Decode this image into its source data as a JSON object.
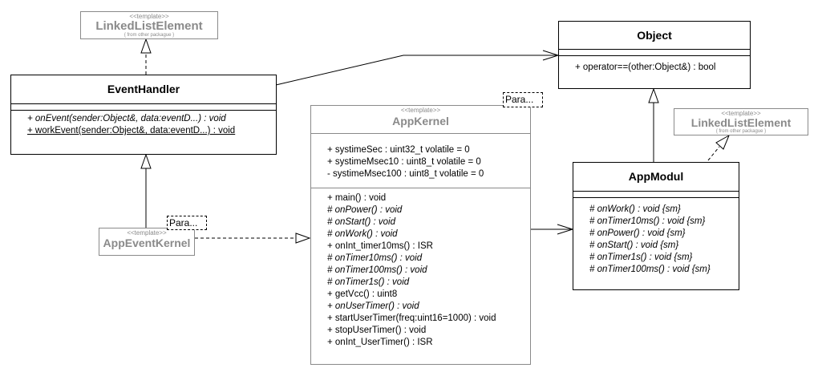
{
  "diagram": {
    "type": "UML class diagram",
    "classes": {
      "linked_list_top": {
        "stereotype": "<<template>>",
        "name": "LinkedListElement",
        "origin": "{ from other packague }"
      },
      "linked_list_right": {
        "stereotype": "<<template>>",
        "name": "LinkedListElement",
        "origin": "{ from other packague }"
      },
      "event_handler": {
        "name": "EventHandler",
        "attributes": [],
        "operations": [
          {
            "text": "+ onEvent(sender:Object&, data:eventD...) : void",
            "style": "italic"
          },
          {
            "text": "+ workEvent(sender:Object&, data:eventD...) : void",
            "style": "underline"
          }
        ]
      },
      "app_event_kernel": {
        "stereotype": "<<template>>",
        "name": "AppEventKernel",
        "template_param": "Para..."
      },
      "app_kernel": {
        "stereotype": "<<template>>",
        "name": "AppKernel",
        "template_param": "Para...",
        "attributes": [
          {
            "text": "+ systimeSec : uint32_t volatile = 0",
            "style": "normal"
          },
          {
            "text": "+ systimeMsec10 : uint8_t volatile = 0",
            "style": "normal"
          },
          {
            "text": "- systimeMsec100 : uint8_t volatile = 0",
            "style": "normal"
          }
        ],
        "operations": [
          {
            "text": "+ main() : void",
            "style": "normal"
          },
          {
            "text": "# onPower() : void",
            "style": "italic"
          },
          {
            "text": "# onStart() : void",
            "style": "italic"
          },
          {
            "text": "# onWork() : void",
            "style": "italic"
          },
          {
            "text": "+ onInt_timer10ms() : ISR",
            "style": "normal"
          },
          {
            "text": "# onTimer10ms() : void",
            "style": "italic"
          },
          {
            "text": "# onTimer100ms() : void",
            "style": "italic"
          },
          {
            "text": "# onTimer1s() : void",
            "style": "italic"
          },
          {
            "text": "+ getVcc() : uint8",
            "style": "normal"
          },
          {
            "text": "+ onUserTimer() : void",
            "style": "italic"
          },
          {
            "text": "+ startUserTimer(freq:uint16=1000) : void",
            "style": "normal"
          },
          {
            "text": "+ stopUserTimer() : void",
            "style": "normal"
          },
          {
            "text": "+ onInt_UserTimer() : ISR",
            "style": "normal"
          }
        ]
      },
      "object": {
        "name": "Object",
        "attributes": [],
        "operations": [
          {
            "text": "+ operator==(other:Object&) : bool",
            "style": "normal"
          }
        ]
      },
      "app_modul": {
        "name": "AppModul",
        "attributes": [],
        "operations": [
          {
            "text": "# onWork() : void {sm}",
            "style": "italic"
          },
          {
            "text": "# onTimer10ms() : void {sm}",
            "style": "italic"
          },
          {
            "text": "# onPower() : void {sm}",
            "style": "italic"
          },
          {
            "text": "# onStart() : void {sm}",
            "style": "italic"
          },
          {
            "text": "# onTimer1s() : void {sm}",
            "style": "italic"
          },
          {
            "text": "# onTimer100ms() : void {sm}",
            "style": "italic"
          }
        ]
      }
    },
    "relationships": [
      {
        "from": "EventHandler",
        "to": "LinkedListElement",
        "kind": "realization"
      },
      {
        "from": "EventHandler",
        "to": "Object",
        "kind": "association"
      },
      {
        "from": "AppEventKernel",
        "to": "EventHandler",
        "kind": "generalization"
      },
      {
        "from": "AppEventKernel",
        "to": "AppKernel",
        "kind": "realization"
      },
      {
        "from": "AppKernel",
        "to": "AppModul",
        "kind": "association"
      },
      {
        "from": "AppModul",
        "to": "Object",
        "kind": "generalization"
      },
      {
        "from": "AppModul",
        "to": "LinkedListElement",
        "kind": "realization"
      }
    ]
  }
}
